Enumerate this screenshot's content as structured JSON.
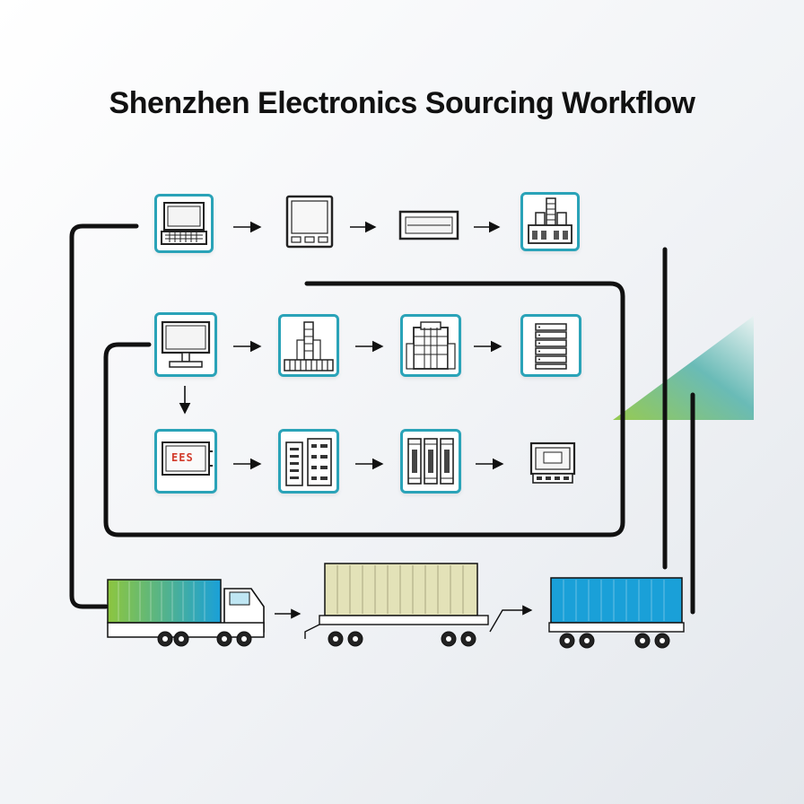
{
  "title": "Shenzhen Electronics Sourcing Workflow",
  "colors": {
    "node_border": "#2aa3b8",
    "line": "#111111",
    "truck_green": "#8dc63f",
    "truck_blue": "#1aa0d8",
    "container_beige": "#e3e2b8",
    "accent_teal": "#5bb5b0"
  },
  "nodes": {
    "row1": [
      "laptop-icon",
      "tablet-icon",
      "circuit-board-icon",
      "factory-icon"
    ],
    "row2": [
      "monitor-icon",
      "city-building-icon",
      "office-building-icon",
      "server-rack-icon"
    ],
    "row3": [
      "display-panel-icon",
      "component-cabinet-icon",
      "rack-cabinet-icon",
      "terminal-icon"
    ]
  },
  "display_panel_text": "EES",
  "vehicles": [
    "container-truck",
    "trailer-truck",
    "container-wagon"
  ]
}
